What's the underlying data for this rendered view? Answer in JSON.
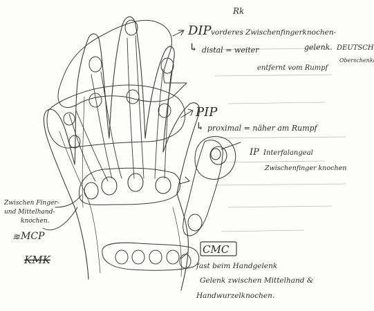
{
  "labels": {
    "dip_top_mark": "Rk",
    "dip_title": "DIP",
    "dip_line1": "vorderes Zwischenfingerknochen-",
    "dip_line2": "gelenk.",
    "dip_deutsch": "DEUTSCH",
    "dip_oberschenkel": "Oberschenkel",
    "dip_arrow": "↳",
    "dip_distal": "distal = weiter",
    "dip_distal2": "entfernt vom Rumpf",
    "pip_title": "PIP",
    "pip_arrow": "↳",
    "pip_proximal": "proximal = näher am Rumpf",
    "ip_title": "IP",
    "ip_line1": "Interfalangeal",
    "ip_line2": "Zwischenfinger knochen",
    "mcp_desc1": "Zwischen Finger-",
    "mcp_desc2": "und Mittelhand-",
    "mcp_desc3": "knochen.",
    "mcp_title": "MCP",
    "kmk_title": "KMK",
    "cmc_title": "CMC",
    "cmc_line1": "fast beim Handgelenk",
    "cmc_line2": "Gelenk zwischen Mittelhand &",
    "cmc_line3": "Handwurzelknochen."
  },
  "colors": {
    "ink": "#2b2b2b",
    "paper": "#fdfdfc",
    "faint": "#bdbdbd"
  }
}
